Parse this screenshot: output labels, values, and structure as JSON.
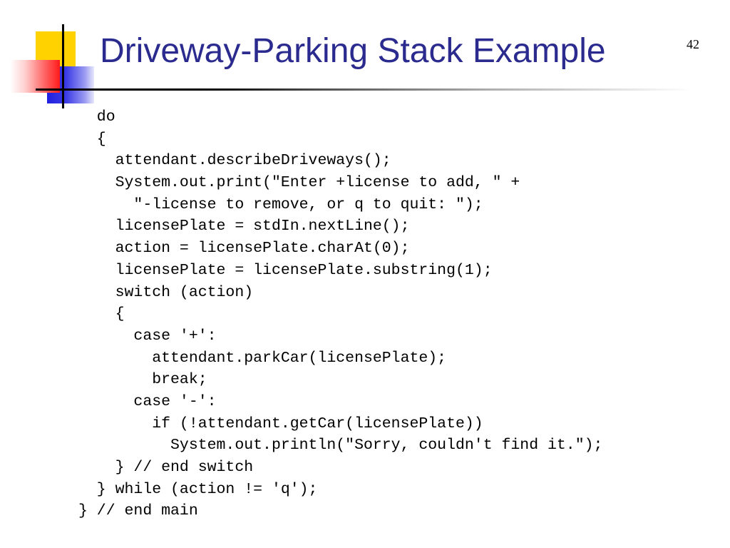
{
  "slide": {
    "title": "Driveway-Parking Stack Example",
    "page_number": "42",
    "code_lines": [
      "  do",
      "  {",
      "    attendant.describeDriveways();",
      "    System.out.print(\"Enter +license to add, \" +",
      "      \"-license to remove, or q to quit: \");",
      "    licensePlate = stdIn.nextLine();",
      "    action = licensePlate.charAt(0);",
      "    licensePlate = licensePlate.substring(1);",
      "    switch (action)",
      "    {",
      "      case '+':",
      "        attendant.parkCar(licensePlate);",
      "        break;",
      "      case '-':",
      "        if (!attendant.getCar(licensePlate))",
      "          System.out.println(\"Sorry, couldn't find it.\");",
      "    } // end switch",
      "  } while (action != 'q');",
      "} // end main"
    ]
  }
}
